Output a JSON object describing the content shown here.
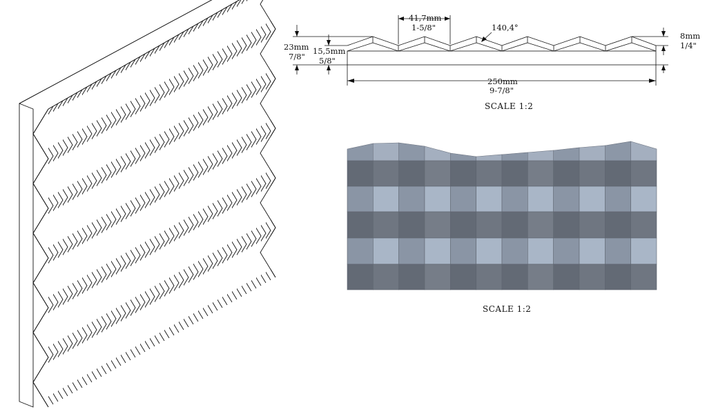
{
  "profile_drawing": {
    "pitch": {
      "mm": "41,7mm",
      "in": "1-5/8\""
    },
    "angle": "140,4°",
    "depth": {
      "mm": "8mm",
      "in": "1/4\""
    },
    "total_height": {
      "mm": "23mm",
      "in": "7/8\""
    },
    "base_height": {
      "mm": "15,5mm",
      "in": "5/8\""
    },
    "width": {
      "mm": "250mm",
      "in": "9-7/8\""
    },
    "scale": "SCALE  1:2"
  },
  "front_view": {
    "scale": "SCALE  1:2"
  },
  "colors": {
    "line": "#111111",
    "panel_dark": "#6c727c",
    "panel_mid": "#8f99a7",
    "panel_light": "#b0bccc",
    "isometric_face": "#ffffff"
  }
}
